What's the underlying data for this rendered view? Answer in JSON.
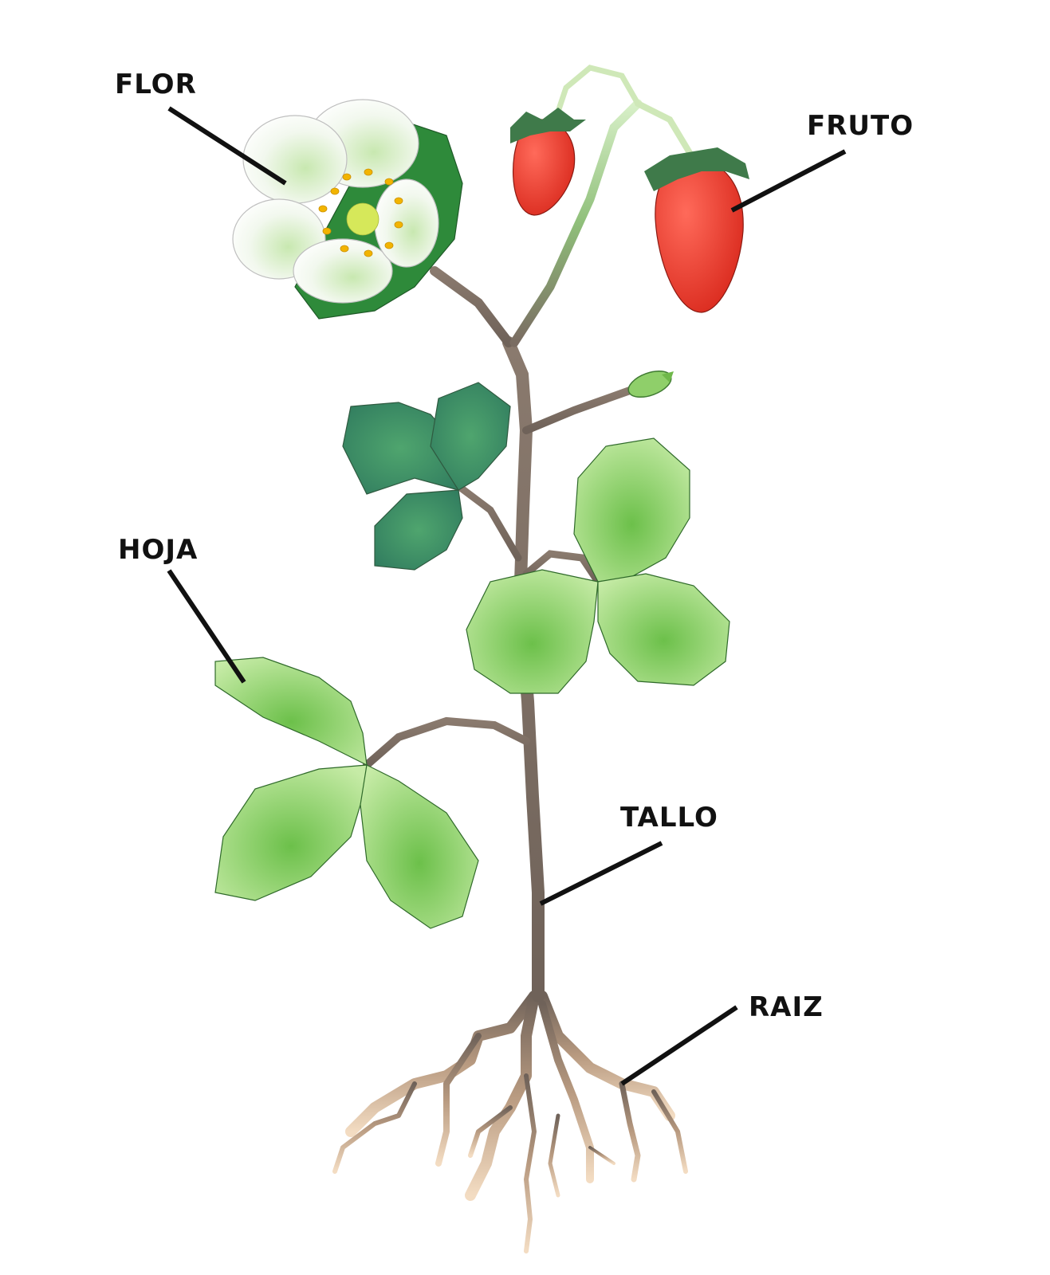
{
  "labels": {
    "flor": "FLOR",
    "fruto": "FRUTO",
    "hoja": "HOJA",
    "tallo": "TALLO",
    "raiz": "RAIZ"
  },
  "colors": {
    "stem": "#7a6c62",
    "leaf_light": "#8ed36a",
    "leaf_dark": "#3a8a6a",
    "fruit": "#e8352a",
    "petal": "#ffffff",
    "stamen": "#f2b400",
    "root": "#d9b894",
    "leader_line": "#111111"
  }
}
